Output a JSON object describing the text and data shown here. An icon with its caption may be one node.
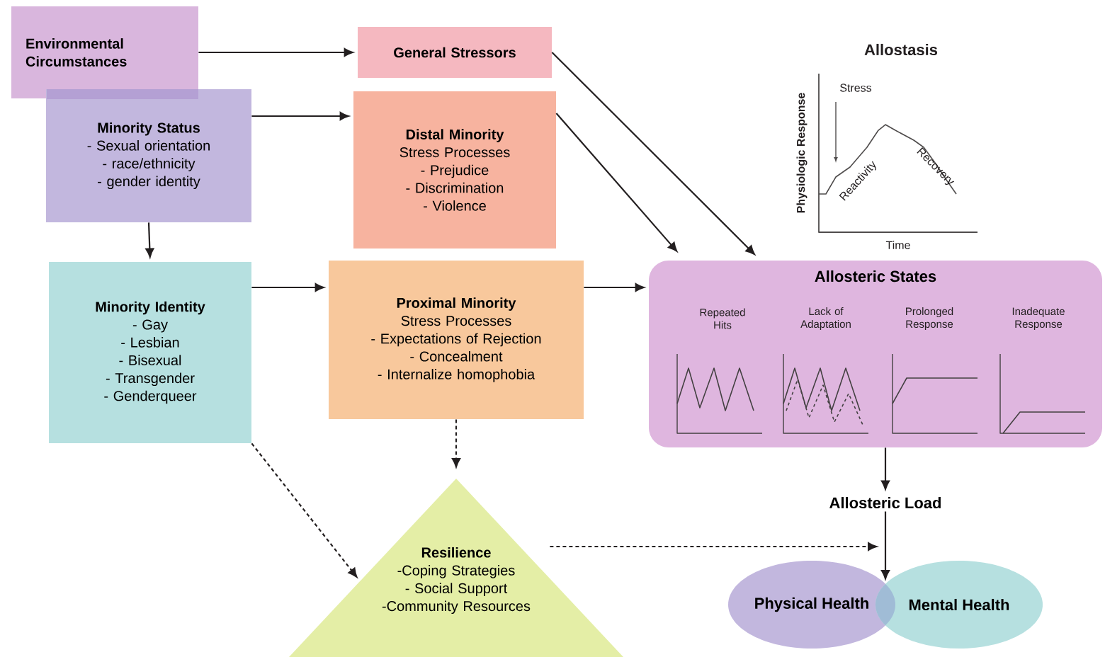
{
  "diagram": {
    "nodes": [
      {
        "text": [
          "Environmental Circumstances"
        ]
      },
      {
        "text": [
          "General Stressors"
        ]
      },
      {
        "text": [
          "Minority Status",
          "- Sexual orientation",
          "- race/ethnicity",
          "- gender identity"
        ]
      },
      {
        "text": [
          "Distal Minority",
          "Stress Processes",
          "- Prejudice",
          "- Discrimination",
          "- Violence"
        ]
      },
      {
        "text": [
          "Minority Identity",
          "- Gay",
          "- Lesbian",
          "- Bisexual",
          "- Transgender",
          "- Genderqueer"
        ]
      },
      {
        "text": [
          "Proximal Minority",
          "Stress Processes",
          "- Expectations of Rejection",
          "- Concealment",
          "- Internalize homophobia"
        ]
      },
      {
        "text": [
          "Allosteric States"
        ]
      },
      {
        "text": [
          "Allosteric Load"
        ]
      },
      {
        "text": [
          "Resilience",
          "-Coping Strategies",
          "- Social Support",
          "-Community Resources"
        ]
      },
      {
        "text": [
          "Physical Health"
        ]
      },
      {
        "text": [
          "Mental Health"
        ]
      }
    ],
    "edges": [
      {
        "from": 0,
        "to": 1,
        "arrow": "to"
      },
      {
        "from": 2,
        "to": 3,
        "arrow": "to"
      },
      {
        "from": 2,
        "to": 4,
        "arrow": "to"
      },
      {
        "from": 1,
        "to": 6,
        "arrow": "to"
      },
      {
        "from": 3,
        "to": 6,
        "arrow": "to"
      },
      {
        "from": 4,
        "to": 5,
        "arrow": "to"
      },
      {
        "from": 5,
        "to": 6,
        "arrow": "to"
      },
      {
        "from": 5,
        "to": 8,
        "arrow": "to",
        "style": "dashed"
      },
      {
        "from": 4,
        "to": 8,
        "arrow": "to",
        "style": "dashed"
      },
      {
        "from": 6,
        "to": 7,
        "arrow": "to"
      },
      {
        "from": 7,
        "to": 9,
        "arrow": "to"
      },
      {
        "from": 7,
        "to": 10,
        "arrow": "to"
      },
      {
        "from": 8,
        "to": null,
        "arrow": "to",
        "style": "dashed"
      }
    ],
    "labels": [
      "Allostasis",
      "Stress",
      "Physiologic Response",
      "Reactivity",
      "Recovery",
      "Time",
      "Repeated Hits",
      "Lack of Adaptation",
      "Prolonged Response",
      "Inadequate Response"
    ]
  }
}
